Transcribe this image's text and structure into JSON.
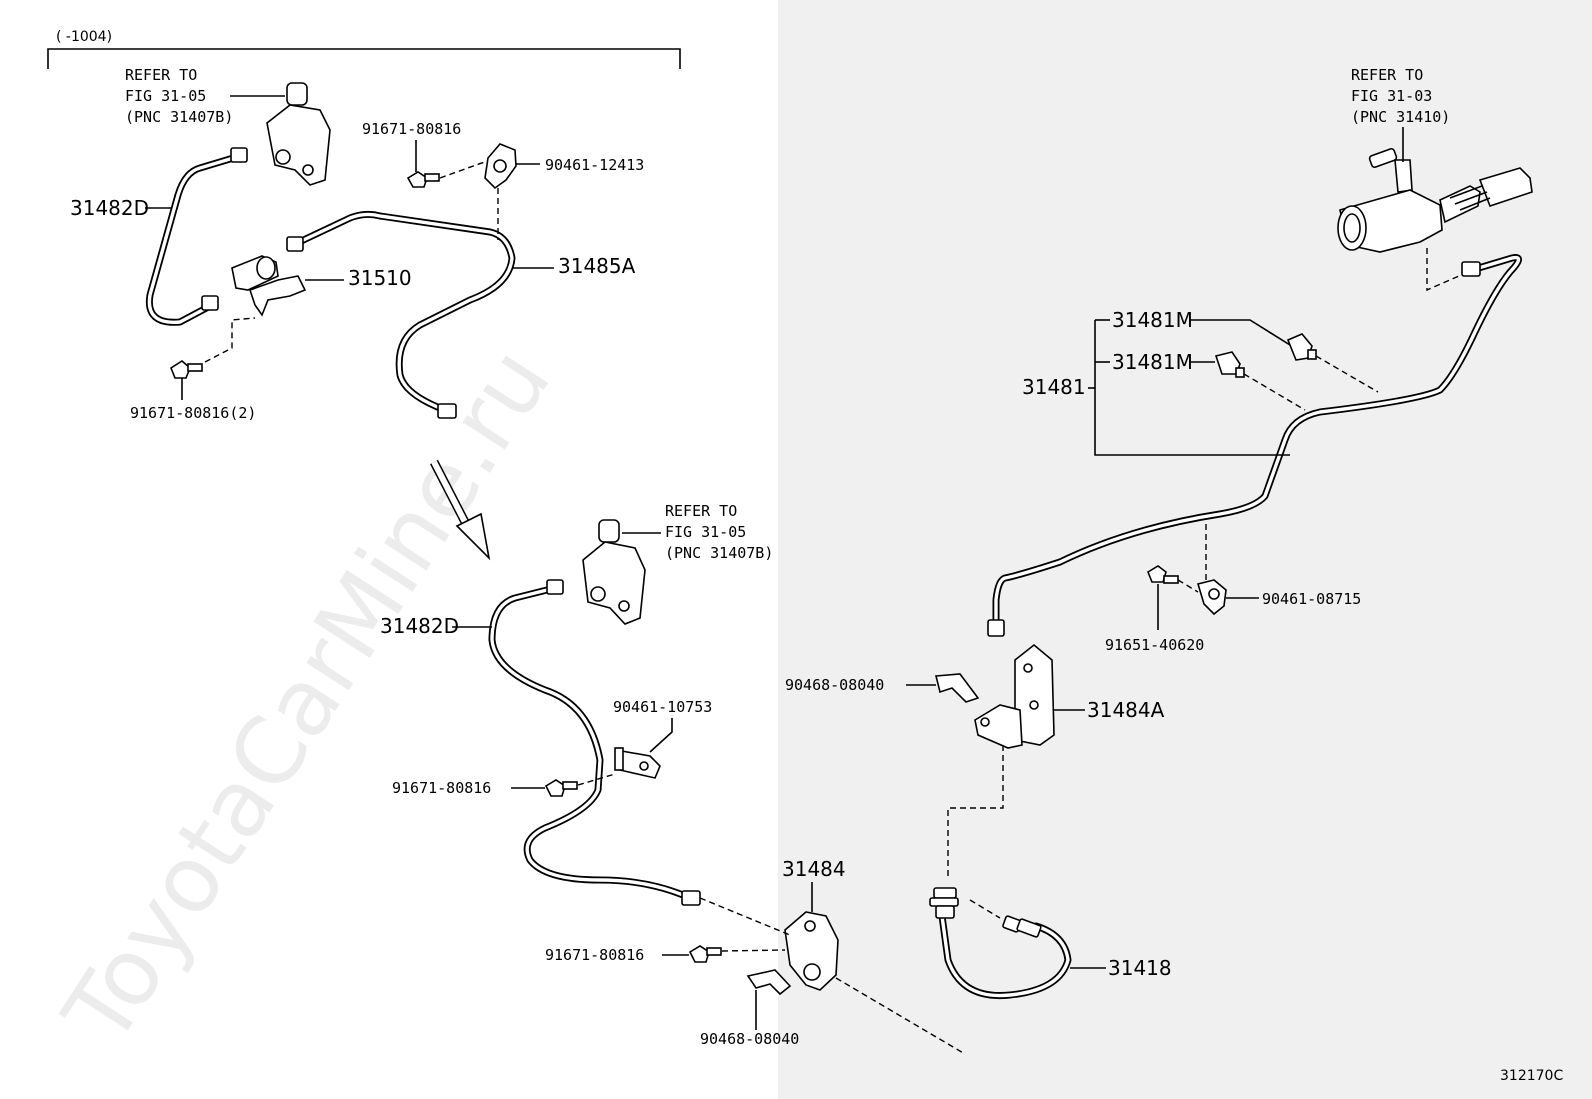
{
  "header": {
    "range_label": "(      -1004)"
  },
  "watermark": "ToyotaCarMine.ru",
  "figure_code": "312170C",
  "colors": {
    "left_panel": "#ffffff",
    "right_panel": "#f0f0f0",
    "ink": "#000000"
  },
  "refs": {
    "top_left": [
      "REFER TO",
      "FIG 31-05",
      "(PNC 31407B)"
    ],
    "middle": [
      "REFER TO",
      "FIG 31-05",
      "(PNC 31407B)"
    ],
    "top_right": [
      "REFER TO",
      "FIG 31-03",
      "(PNC 31410)"
    ]
  },
  "parts": {
    "p31482d_top": "31482D",
    "p91671_top": "91671-80816",
    "p90461_12413": "90461-12413",
    "p31485a": "31485A",
    "p31510": "31510",
    "p91671_2": "91671-80816(2)",
    "p31482d_mid": "31482D",
    "p90461_10753": "90461-10753",
    "p91671_mid": "91671-80816",
    "p31484": "31484",
    "p91671_low": "91671-80816",
    "p90468_low": "90468-08040",
    "p31481m_a": "31481M",
    "p31481m_b": "31481M",
    "p31481": "31481",
    "p90461_08715": "90461-08715",
    "p91651_40620": "91651-40620",
    "p90468_mid": "90468-08040",
    "p31484a": "31484A",
    "p31418": "31418"
  }
}
